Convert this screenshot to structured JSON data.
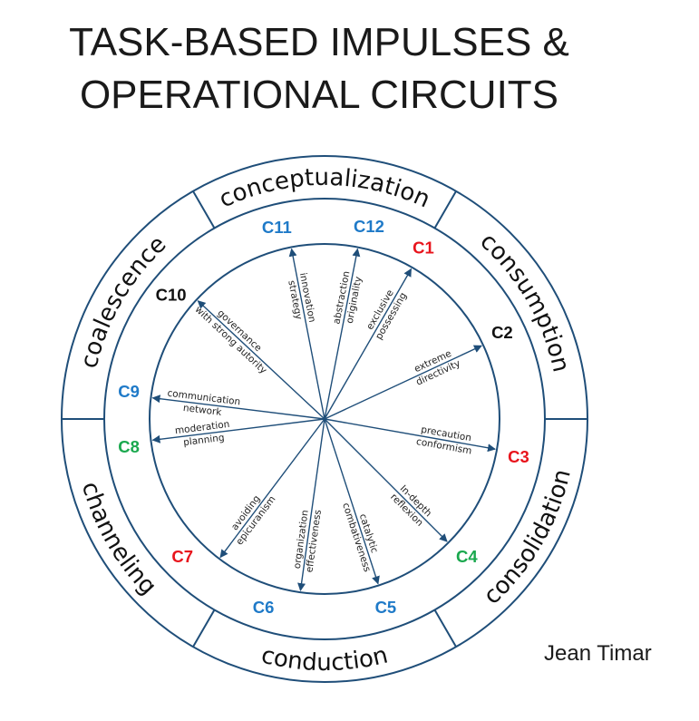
{
  "title": {
    "line1": "TASK-BASED IMPULSES &",
    "line2": "OPERATIONAL CIRCUITS"
  },
  "author": "Jean Timar",
  "colors": {
    "ring": "#1f4e79",
    "blue": "#1f7ac8",
    "red": "#e8141c",
    "green": "#1aa84e",
    "black": "#111111"
  },
  "sectors": [
    {
      "id": "conceptualization",
      "label": "conceptualization"
    },
    {
      "id": "consumption",
      "label": "consumption"
    },
    {
      "id": "consolidation",
      "label": "consolidation"
    },
    {
      "id": "conduction",
      "label": "conduction"
    },
    {
      "id": "channeling",
      "label": "channeling"
    },
    {
      "id": "coalescence",
      "label": "coalescence"
    }
  ],
  "circuits": [
    {
      "id": "c1",
      "label": "C1",
      "color": "red",
      "line1": "exclusive",
      "line2": "possessing"
    },
    {
      "id": "c2",
      "label": "C2",
      "color": "black",
      "line1": "extreme",
      "line2": "directivity"
    },
    {
      "id": "c3",
      "label": "C3",
      "color": "red",
      "line1": "precaution",
      "line2": "conformism"
    },
    {
      "id": "c4",
      "label": "C4",
      "color": "green",
      "line1": "In-depth",
      "line2": "reflexion"
    },
    {
      "id": "c5",
      "label": "C5",
      "color": "blue",
      "line1": "catalytic",
      "line2": "combativeness"
    },
    {
      "id": "c6",
      "label": "C6",
      "color": "blue",
      "line1": "organization",
      "line2": "effectiveness"
    },
    {
      "id": "c7",
      "label": "C7",
      "color": "red",
      "line1": "avoiding",
      "line2": "epicuranism"
    },
    {
      "id": "c8",
      "label": "C8",
      "color": "green",
      "line1": "moderation",
      "line2": "planning"
    },
    {
      "id": "c9",
      "label": "C9",
      "color": "blue",
      "line1": "communication",
      "line2": "network"
    },
    {
      "id": "c10",
      "label": "C10",
      "color": "black",
      "line1": "governance",
      "line2": "with strong autority"
    },
    {
      "id": "c11",
      "label": "C11",
      "color": "blue",
      "line1": "innovation",
      "line2": "strategy"
    },
    {
      "id": "c12",
      "label": "C12",
      "color": "blue",
      "line1": "abstraction",
      "line2": "originality"
    }
  ]
}
